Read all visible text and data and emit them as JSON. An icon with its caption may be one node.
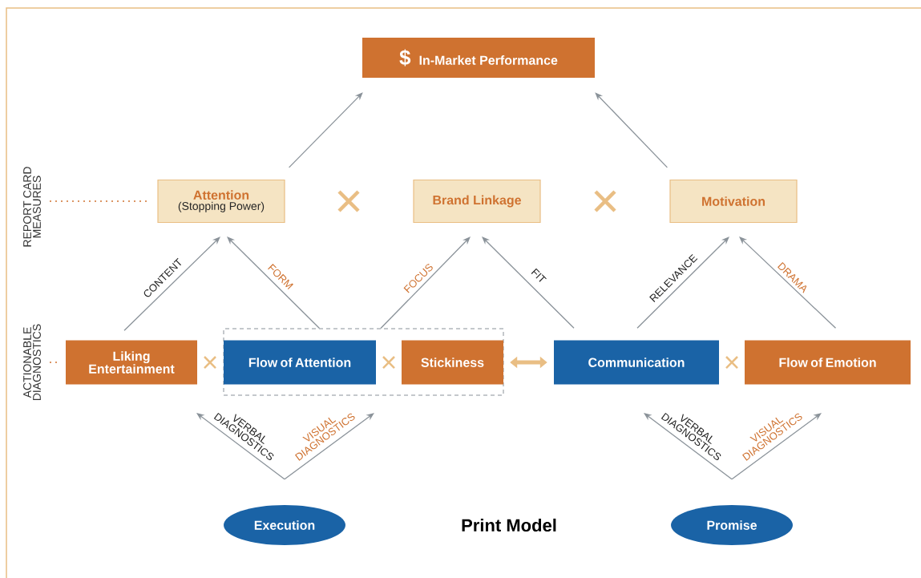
{
  "diagram": {
    "title": "Print Model",
    "nodes": [
      {
        "text": [
          "$",
          "In-Market Performance"
        ]
      },
      {
        "text": [
          "Attention",
          "(Stopping Power)"
        ]
      },
      {
        "text": [
          "Brand Linkage"
        ]
      },
      {
        "text": [
          "Motivation"
        ]
      },
      {
        "text": [
          "Liking Entertainment"
        ]
      },
      {
        "text": [],
        "shape": "box"
      },
      {
        "text": [
          "Flow of Attention"
        ],
        "in": 5
      },
      {
        "text": [
          "Stickiness"
        ],
        "in": 5
      },
      {
        "text": [
          "Communication"
        ]
      },
      {
        "text": [
          "Flow of Emotion"
        ]
      },
      {
        "text": [
          "Execution"
        ]
      },
      {
        "text": [
          "Promise"
        ]
      },
      {
        "text": [
          "REPORT CARD MEASURES"
        ]
      },
      {
        "text": [
          "ACTIONABLE DIAGNOSTICS"
        ]
      }
    ],
    "edges": [
      {
        "from": 1,
        "to": 0,
        "arrow": "to"
      },
      {
        "from": 3,
        "to": 0,
        "arrow": "to"
      },
      {
        "from": 4,
        "to": 1,
        "arrow": "to",
        "label": "CONTENT"
      },
      {
        "from": 5,
        "to": 1,
        "arrow": "to",
        "label": "FORM"
      },
      {
        "from": 5,
        "to": 2,
        "arrow": "to",
        "label": "FOCUS"
      },
      {
        "from": 8,
        "to": 2,
        "arrow": "to",
        "label": "FIT"
      },
      {
        "from": 8,
        "to": 3,
        "arrow": "to",
        "label": "RELEVANCE"
      },
      {
        "from": 9,
        "to": 3,
        "arrow": "to",
        "label": "DRAMA"
      },
      {
        "from": 7,
        "to": 8,
        "arrow": "both",
        "style": "thick",
        "color": "#e9be84"
      },
      {
        "from": 10,
        "to": null,
        "arrow": "to",
        "label": "VERBAL DIAGNOSTICS"
      },
      {
        "from": 10,
        "to": null,
        "arrow": "to",
        "label": "VISUAL DIAGNOSTICS"
      },
      {
        "from": 11,
        "to": null,
        "arrow": "to",
        "label": "VERBAL DIAGNOSTICS"
      },
      {
        "from": 11,
        "to": null,
        "arrow": "to",
        "label": "VISUAL DIAGNOSTICS"
      },
      {
        "from": 12,
        "to": 1,
        "arrow": "none",
        "style": "dashed",
        "color": "#cf7230"
      },
      {
        "from": 13,
        "to": 4,
        "arrow": "none",
        "style": "dashed",
        "color": "#cf7230"
      }
    ]
  }
}
